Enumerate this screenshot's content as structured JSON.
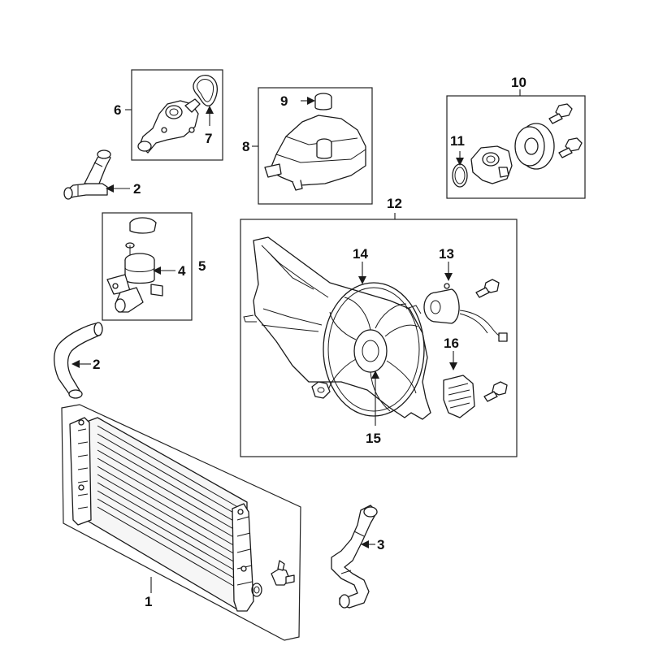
{
  "diagram": {
    "callouts": {
      "c1": "1",
      "c2a": "2",
      "c2b": "2",
      "c3": "3",
      "c4": "4",
      "c5": "5",
      "c6": "6",
      "c7": "7",
      "c8": "8",
      "c9": "9",
      "c10": "10",
      "c11": "11",
      "c12": "12",
      "c13": "13",
      "c14": "14",
      "c15": "15",
      "c16": "16"
    }
  }
}
